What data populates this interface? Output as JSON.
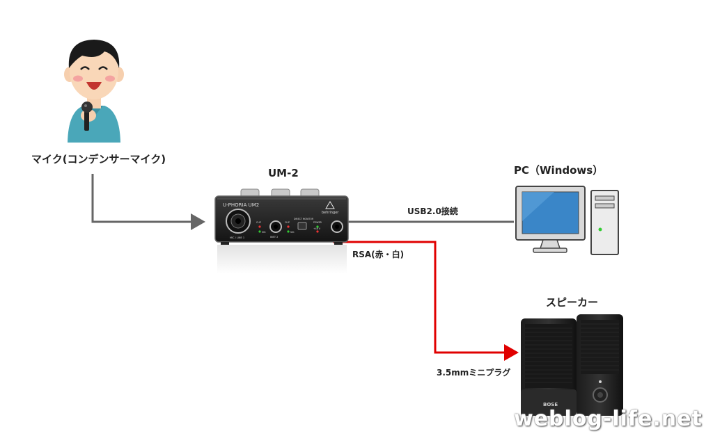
{
  "labels": {
    "mic": "マイク(コンデンサーマイク)",
    "interface": "UM-2",
    "pc": "PC（Windows）",
    "usb": "USB2.0接続",
    "rsa": "RSA(赤・白)",
    "speaker": "スピーカー",
    "plug": "3.5mmミニプラグ"
  },
  "device": {
    "panel_left": "U-PHORIA  UM2",
    "brand": "behringer",
    "mic_line": "MIC / LINE 1",
    "inst": "INST 2",
    "direct_monitor": "DIRECT MONITOR",
    "clip1": "CLIP",
    "sig1": "SIG",
    "clip2": "CLIP",
    "sig2": "SIG",
    "power": "POWER",
    "phantom": "+48 V"
  },
  "speaker_brand": "BOSE",
  "watermark": "weblog-life.net",
  "colors": {
    "connector": "#666666",
    "rca": "#e00000",
    "pc_screen": "#3a86c8"
  }
}
